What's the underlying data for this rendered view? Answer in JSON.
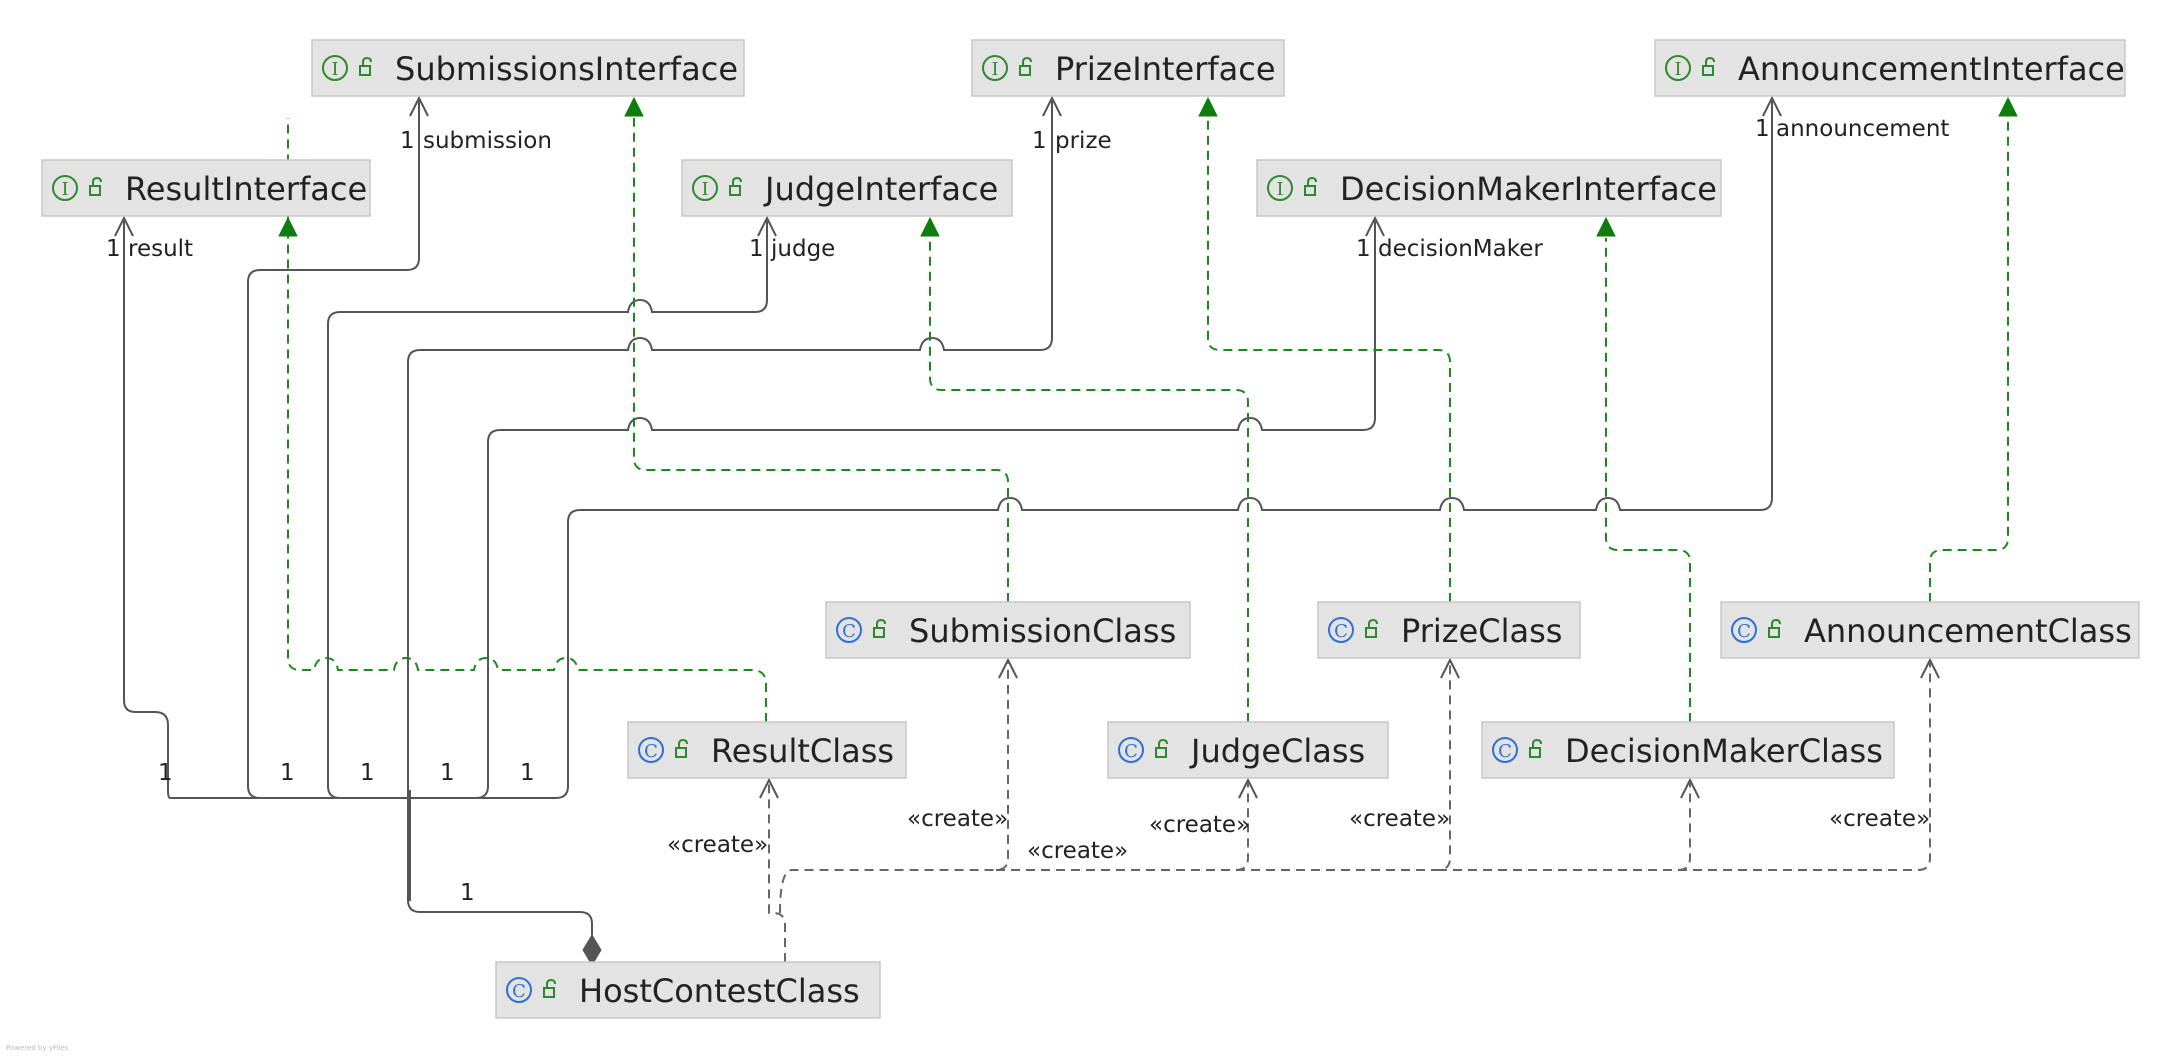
{
  "colors": {
    "interface_badge": "#2c8a2c",
    "class_badge": "#2f6fd6",
    "node_fill": "#e3e3e3",
    "association": "#555555",
    "realization": "#1a8a1a",
    "dependency": "#666666"
  },
  "nodes": {
    "submissions_interface": {
      "label": "SubmissionsInterface",
      "kind": "interface",
      "badge": "I",
      "icon": "unlock-icon"
    },
    "prize_interface": {
      "label": "PrizeInterface",
      "kind": "interface",
      "badge": "I",
      "icon": "unlock-icon"
    },
    "announcement_interface": {
      "label": "AnnouncementInterface",
      "kind": "interface",
      "badge": "I",
      "icon": "unlock-icon"
    },
    "result_interface": {
      "label": "ResultInterface",
      "kind": "interface",
      "badge": "I",
      "icon": "unlock-icon"
    },
    "judge_interface": {
      "label": "JudgeInterface",
      "kind": "interface",
      "badge": "I",
      "icon": "unlock-icon"
    },
    "decision_maker_interface": {
      "label": "DecisionMakerInterface",
      "kind": "interface",
      "badge": "I",
      "icon": "unlock-icon"
    },
    "submission_class": {
      "label": "SubmissionClass",
      "kind": "class",
      "badge": "C",
      "icon": "unlock-icon"
    },
    "prize_class": {
      "label": "PrizeClass",
      "kind": "class",
      "badge": "C",
      "icon": "unlock-icon"
    },
    "announcement_class": {
      "label": "AnnouncementClass",
      "kind": "class",
      "badge": "C",
      "icon": "unlock-icon"
    },
    "result_class": {
      "label": "ResultClass",
      "kind": "class",
      "badge": "C",
      "icon": "unlock-icon"
    },
    "judge_class": {
      "label": "JudgeClass",
      "kind": "class",
      "badge": "C",
      "icon": "unlock-icon"
    },
    "decision_maker_class": {
      "label": "DecisionMakerClass",
      "kind": "class",
      "badge": "C",
      "icon": "unlock-icon"
    },
    "host_contest_class": {
      "label": "HostContestClass",
      "kind": "class",
      "badge": "C",
      "icon": "unlock-icon"
    }
  },
  "associations": {
    "result": {
      "multiplicity": "1",
      "role": "result",
      "source_multiplicity": "1"
    },
    "submission": {
      "multiplicity": "1",
      "role": "submission",
      "source_multiplicity": "1"
    },
    "judge": {
      "multiplicity": "1",
      "role": "judge",
      "source_multiplicity": "1"
    },
    "prize": {
      "multiplicity": "1",
      "role": "prize",
      "source_multiplicity": "1"
    },
    "decision_maker": {
      "multiplicity": "1",
      "role": "decisionMaker",
      "source_multiplicity": "1"
    },
    "announcement": {
      "multiplicity": "1",
      "role": "announcement"
    },
    "composition": {
      "multiplicity": "1"
    }
  },
  "dependencies": {
    "create_result": "«create»",
    "create_submission": "«create»",
    "create_judge": "«create»",
    "create_prize": "«create»",
    "create_decision_maker": "«create»",
    "create_announcement": "«create»"
  },
  "footer": {
    "text": "Powered by yFiles"
  }
}
